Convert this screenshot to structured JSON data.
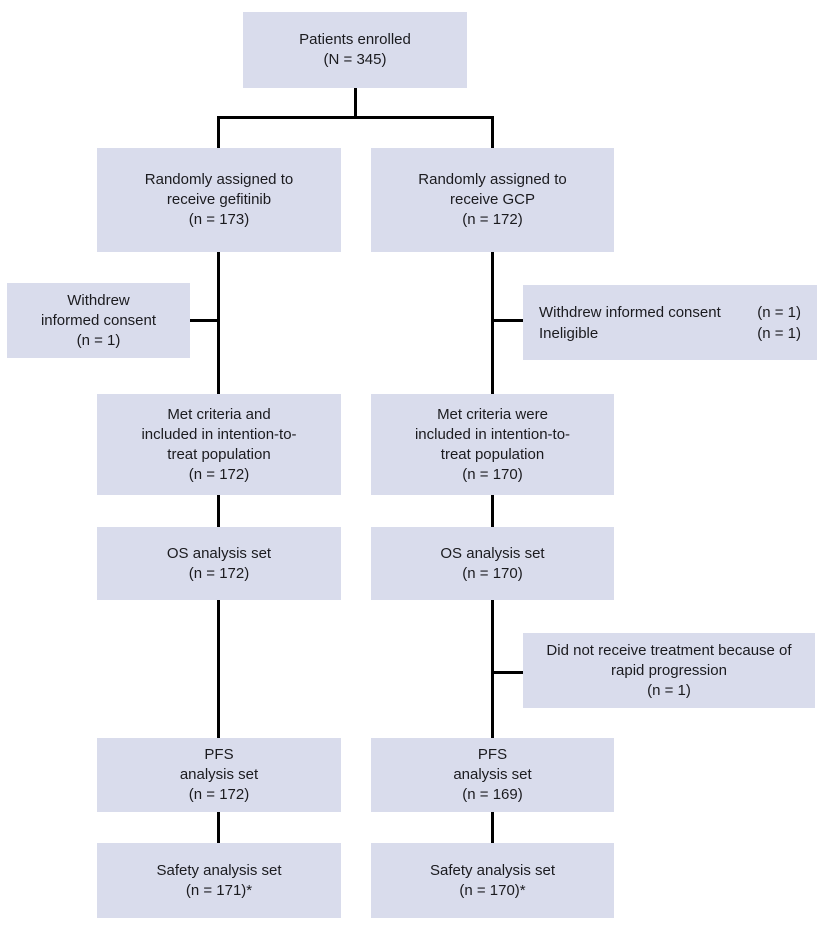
{
  "figure": {
    "type": "consort-flow-diagram",
    "colors": {
      "box_fill": "#d9dcec",
      "connector_line": "#000000",
      "text": "#1b1b1f",
      "background": "#ffffff"
    }
  },
  "boxes": {
    "enrolled": {
      "lines": [
        "Patients enrolled",
        "(N = 345)"
      ]
    },
    "left_randomized": {
      "lines": [
        "Randomly assigned to",
        "receive gefitinib",
        "(n = 173)"
      ]
    },
    "right_randomized": {
      "lines": [
        "Randomly assigned to",
        "receive GCP",
        "(n = 172)"
      ]
    },
    "left_withdrew": {
      "lines": [
        "Withdrew",
        "informed consent",
        "(n = 1)"
      ]
    },
    "right_exclusions": {
      "rows": [
        {
          "label": "Withdrew informed consent",
          "count": "(n = 1)"
        },
        {
          "label": "Ineligible",
          "count": "(n = 1)"
        }
      ]
    },
    "left_itt": {
      "lines": [
        "Met criteria and",
        "included in intention-to-",
        "treat population",
        "(n = 172)"
      ]
    },
    "right_itt": {
      "lines": [
        "Met criteria were",
        "included in intention-to-",
        "treat population",
        "(n = 170)"
      ]
    },
    "left_os": {
      "lines": [
        "OS analysis set",
        "(n = 172)"
      ]
    },
    "right_os": {
      "lines": [
        "OS analysis set",
        "(n = 170)"
      ]
    },
    "right_no_treatment": {
      "lines": [
        "Did not receive treatment because of",
        "rapid progression",
        "(n = 1)"
      ]
    },
    "left_pfs": {
      "lines": [
        "PFS",
        "analysis set",
        "(n = 172)"
      ]
    },
    "right_pfs": {
      "lines": [
        "PFS",
        "analysis set",
        "(n = 169)"
      ]
    },
    "left_safety": {
      "lines": [
        "Safety analysis set",
        "(n = 171)*"
      ]
    },
    "right_safety": {
      "lines": [
        "Safety analysis set",
        "(n = 170)*"
      ]
    }
  }
}
